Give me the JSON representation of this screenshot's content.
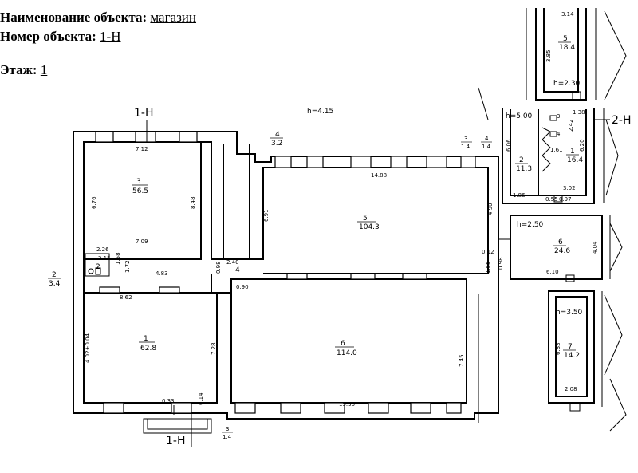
{
  "header": {
    "name_label": "Наименование объекта:",
    "name_value": "магазин",
    "number_label": "Номер объекта:",
    "number_value": "1-Н",
    "floor_label": "Этаж:",
    "floor_value": "1"
  },
  "plan": {
    "unit_top": "1-Н",
    "unit_bottom": "1-Н",
    "unit_right": "2-Н",
    "height_main": "h=4.15",
    "height_r5": "h=2.30",
    "height_r2": "h=5.00",
    "height_r6": "h=2.50",
    "height_r7": "h=3.50",
    "left_rooms": {
      "r3": {
        "num": "3",
        "area": "56.5"
      },
      "r2": {
        "num": "2",
        "area": "3.4"
      },
      "r4": {
        "num": "4",
        "area": "3.2"
      },
      "r5": {
        "num": "5",
        "area": "104.3"
      },
      "r4small": {
        "num": "4"
      },
      "r2small": {
        "num": "2"
      },
      "r1": {
        "num": "1",
        "area": "62.8"
      },
      "r6": {
        "num": "6",
        "area": "114.0"
      },
      "r3out": {
        "num": "3",
        "area": "1.4"
      },
      "r3outbot": {
        "num": "3",
        "area": "1.4"
      },
      "r4out": {
        "num": "4",
        "area": "1.4"
      }
    },
    "right_rooms": {
      "r5": {
        "num": "5",
        "area": "18.4"
      },
      "r3": {
        "num": "3"
      },
      "r4": {
        "num": "4"
      },
      "r1": {
        "num": "1",
        "area": "16.4"
      },
      "r2": {
        "num": "2",
        "area": "11.3"
      },
      "r6": {
        "num": "6",
        "area": "24.6"
      },
      "r7": {
        "num": "7",
        "area": "14.2"
      }
    },
    "dims": {
      "d712": "7.12",
      "d676": "6.76",
      "d848": "8.48",
      "d709": "7.09",
      "d226": "2.26",
      "d215": "2.15",
      "d158": "1.58",
      "d172": "1.72",
      "d483": "4.83",
      "d862": "8.62",
      "d240": "2.40",
      "d098": "0.98",
      "d090": "0.90",
      "d691": "6.91",
      "d1488": "14.88",
      "d490": "4.90",
      "d012": "0.12",
      "d155": "1.55",
      "d098b": "0.98",
      "d402": "4.02+0.04",
      "d728": "7.28",
      "d033": "0.33",
      "d614": "6.14",
      "d1530": "15.30",
      "d745": "7.45",
      "d314": "3.14",
      "d385": "3.85",
      "d138": "1.38",
      "d242": "2.42",
      "d620": "6.20",
      "d606": "6.06",
      "d161": "1.61",
      "d302": "3.02",
      "d186": "1.86",
      "d055": "0.55",
      "d097": "0.97",
      "d404": "4.04",
      "d610": "6.10",
      "d683": "6.83",
      "d208": "2.08"
    }
  }
}
